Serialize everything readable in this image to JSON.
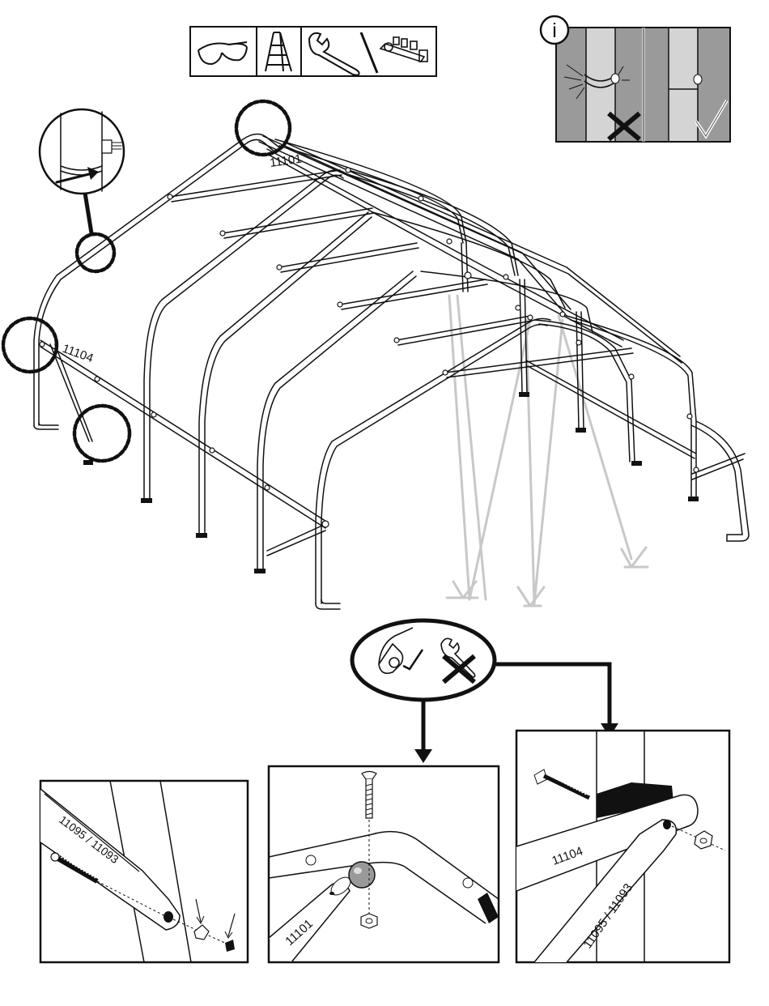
{
  "diagram": {
    "part_labels": {
      "main_top": "11101",
      "main_side": "11104",
      "detail_left": "11095 / 11093",
      "detail_center": "11101",
      "detail_right_bar": "11104",
      "detail_right_brace": "11095 / 11093"
    },
    "info_glyph": "i",
    "tool_icons": [
      "safety-glasses-icon",
      "step-ladder-icon",
      "adjustable-wrench-icon",
      "socket-wrench-icon"
    ],
    "hand_tighten_icons": [
      "hand-tighten-icon",
      "wrench-crossed-icon"
    ],
    "colors": {
      "line": "#111111",
      "ghost_line": "#c8c8c8",
      "panel_gray": "#9a9a9a",
      "pipe_gray": "#d4d4d4",
      "pipe_fill": "#ffffff"
    }
  }
}
